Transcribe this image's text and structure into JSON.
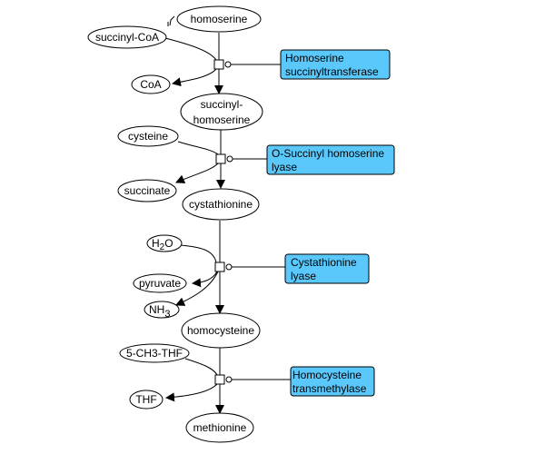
{
  "colors": {
    "enzyme_fill": "#5AC8FA",
    "line": "#000000",
    "background": "#FFFFFF"
  },
  "metabolites": {
    "homoserine": "homoserine",
    "succinyl_coa": "succinyl-CoA",
    "coa": "CoA",
    "succinyl_homoserine_l1": "succinyl-",
    "succinyl_homoserine_l2": "homoserine",
    "cysteine": "cysteine",
    "succinate": "succinate",
    "cystathionine": "cystathionine",
    "h2o_main": "H",
    "h2o_sub": "2",
    "h2o_tail": "O",
    "pyruvate": "pyruvate",
    "nh3_main": "NH",
    "nh3_sub": "3",
    "homocysteine": "homocysteine",
    "methyl_thf": "5-CH3-THF",
    "thf": "THF",
    "methionine": "methionine"
  },
  "enzymes": [
    {
      "line1": "Homoserine",
      "line2": "succinyltransferase"
    },
    {
      "line1": "O-Succinyl homoserine",
      "line2": "lyase"
    },
    {
      "line1": "Cystathionine",
      "line2": "lyase"
    },
    {
      "line1": "Homocysteine",
      "line2": "transmethylase"
    }
  ]
}
